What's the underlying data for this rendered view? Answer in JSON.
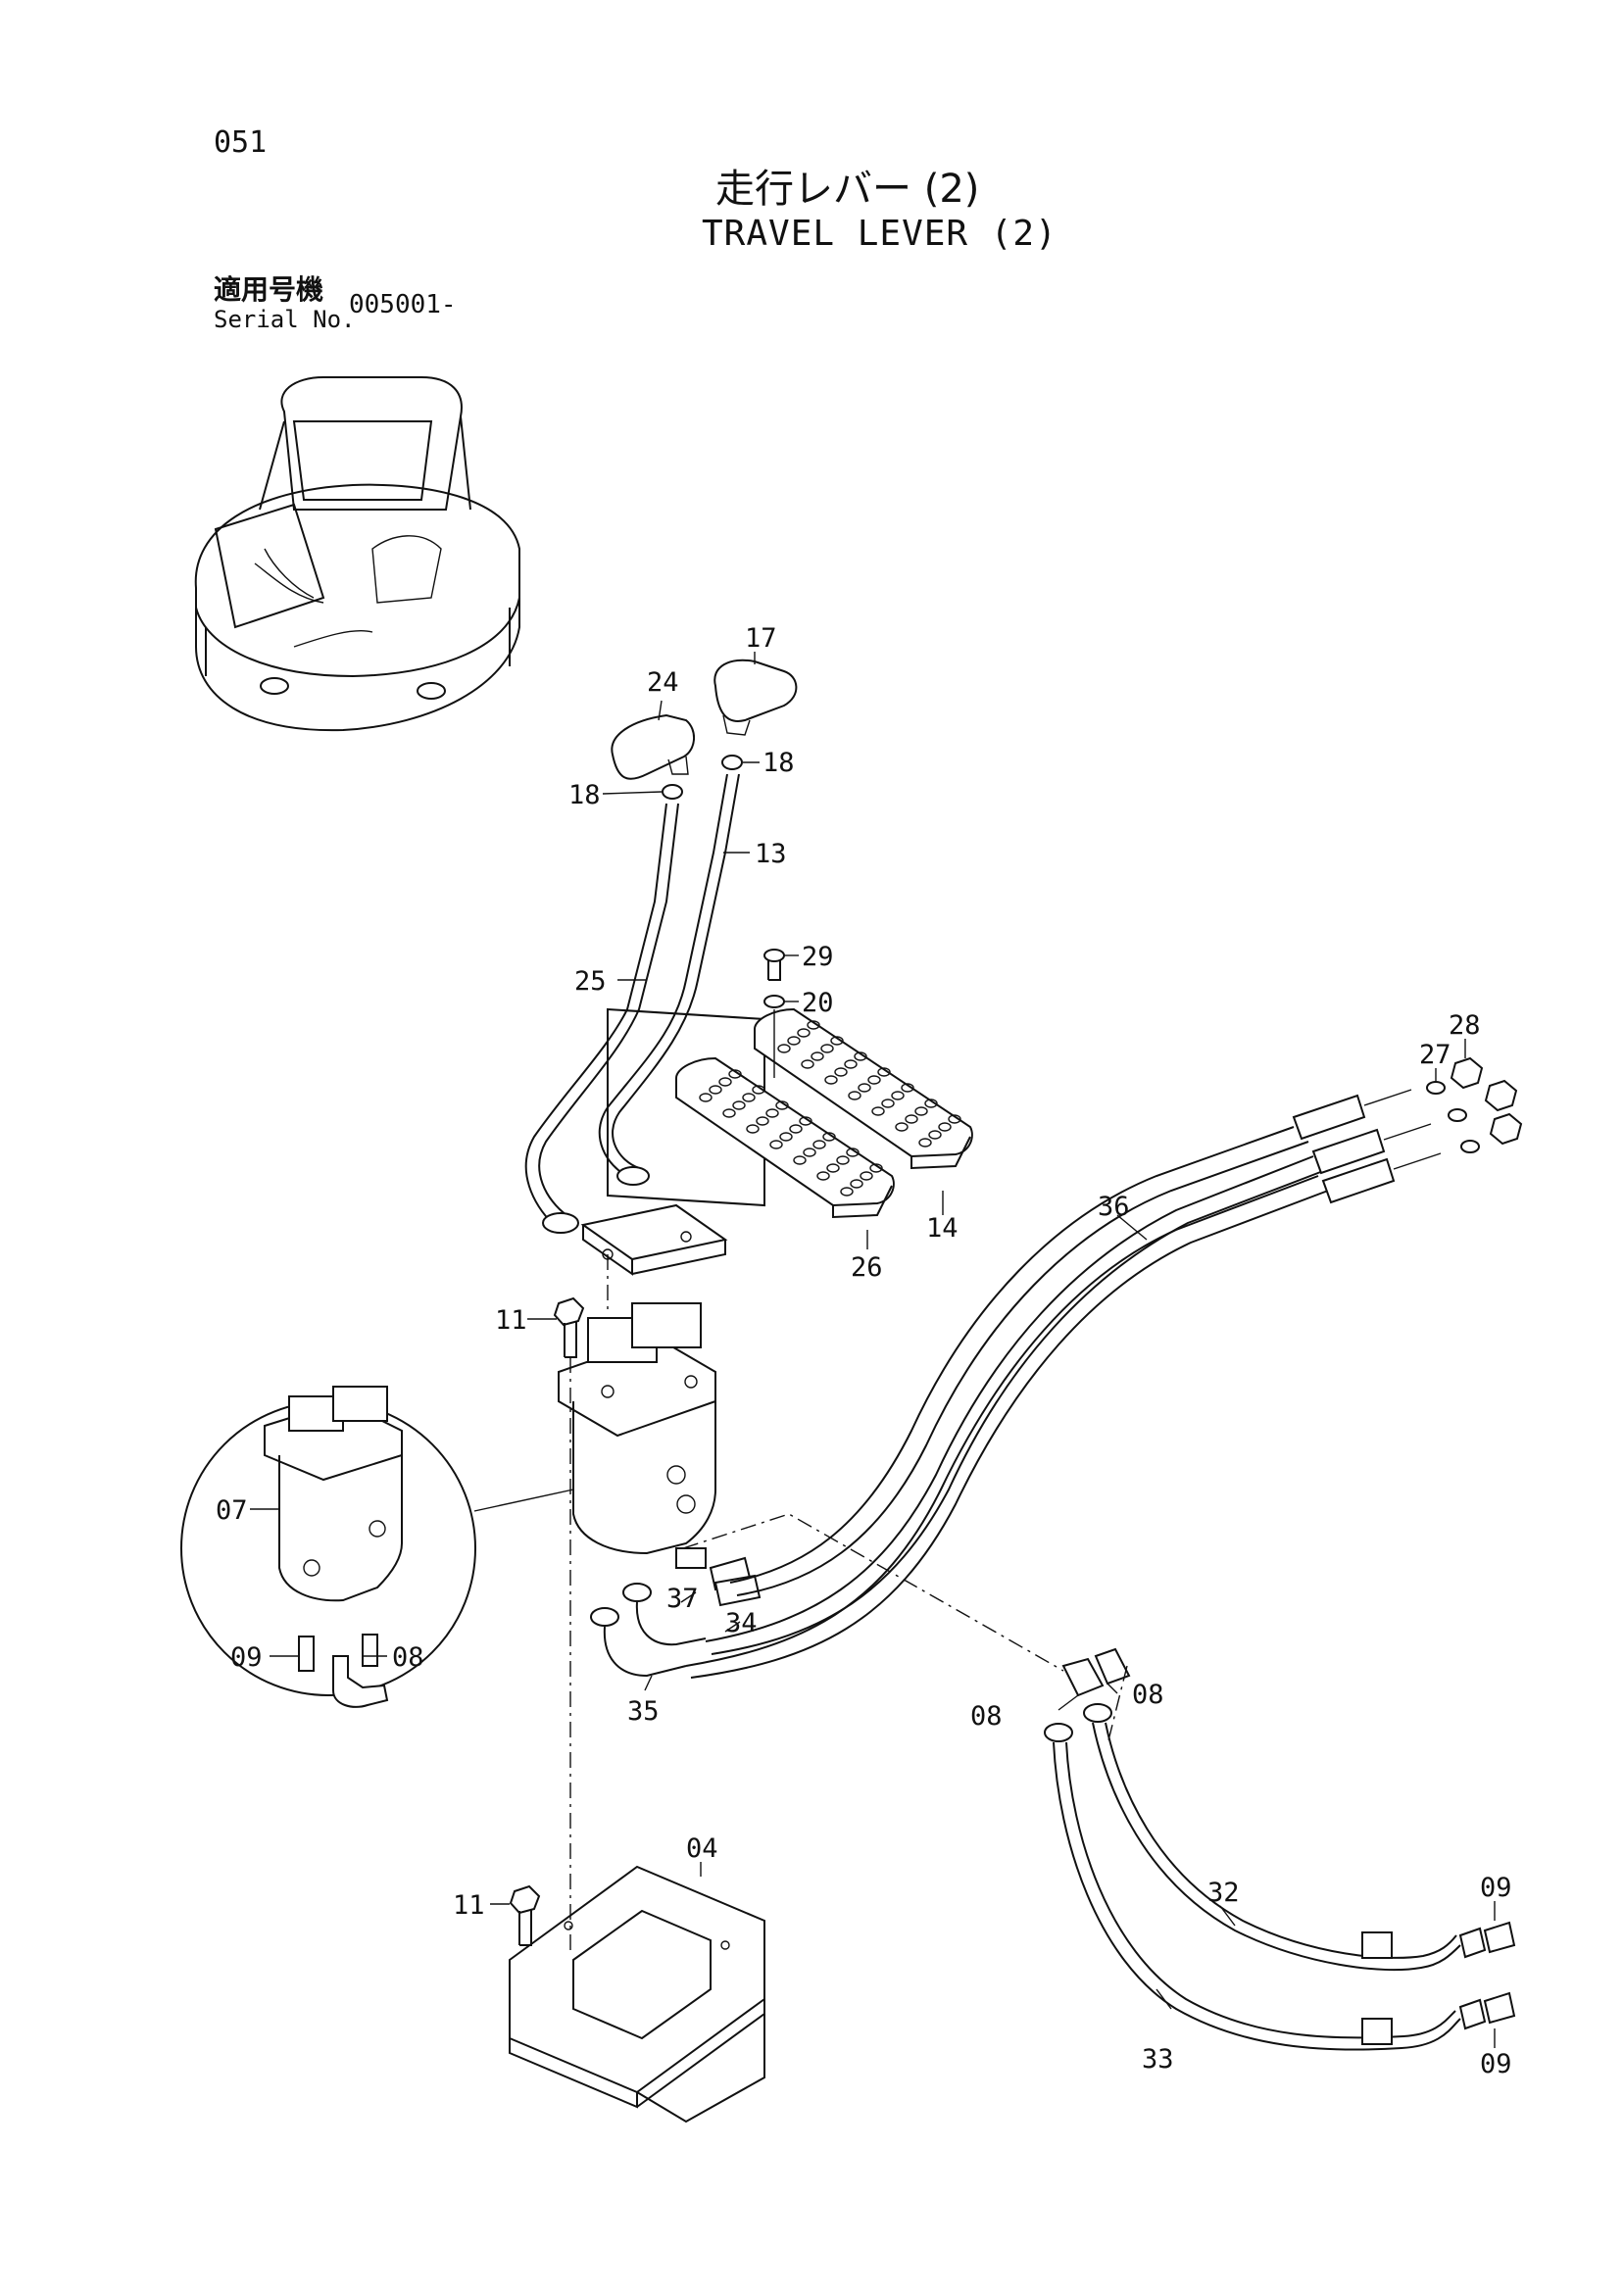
{
  "page": {
    "number": "051",
    "title_jp": "走行レバー (2)",
    "title_en": "TRAVEL LEVER (2)",
    "serial_label_jp": "適用号機",
    "serial_label_en": "Serial No.",
    "serial_value": "005001-"
  },
  "callouts": {
    "c17": "17",
    "c24": "24",
    "c18a": "18",
    "c18b": "18",
    "c13": "13",
    "c25": "25",
    "c29": "29",
    "c20": "20",
    "c27": "27",
    "c28": "28",
    "c36": "36",
    "c14": "14",
    "c26": "26",
    "c11a": "11",
    "c07": "07",
    "c09a": "09",
    "c08a": "08",
    "c37": "37",
    "c34": "34",
    "c35": "35",
    "c08b": "08",
    "c08c": "08",
    "c04": "04",
    "c11b": "11",
    "c09b": "09",
    "c32": "32",
    "c33": "33",
    "c09c": "09"
  }
}
